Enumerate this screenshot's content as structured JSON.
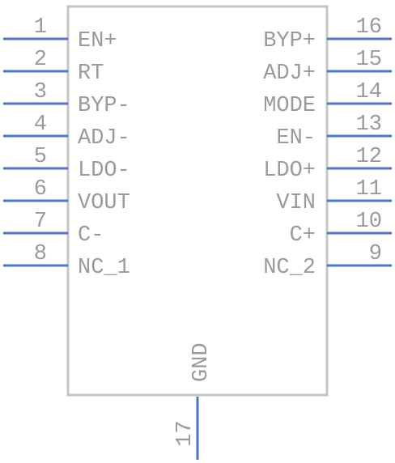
{
  "component": {
    "colors": {
      "body_stroke": "#c4c4c4",
      "pin_stroke": "#4a78c8",
      "text": "#9a9a9a",
      "background": "#ffffff"
    },
    "left_pins": [
      {
        "number": "1",
        "name": "EN+"
      },
      {
        "number": "2",
        "name": "RT"
      },
      {
        "number": "3",
        "name": "BYP-"
      },
      {
        "number": "4",
        "name": "ADJ-"
      },
      {
        "number": "5",
        "name": "LDO-"
      },
      {
        "number": "6",
        "name": "VOUT"
      },
      {
        "number": "7",
        "name": "C-"
      },
      {
        "number": "8",
        "name": "NC_1"
      }
    ],
    "right_pins": [
      {
        "number": "16",
        "name": "BYP+"
      },
      {
        "number": "15",
        "name": "ADJ+"
      },
      {
        "number": "14",
        "name": "MODE"
      },
      {
        "number": "13",
        "name": "EN-"
      },
      {
        "number": "12",
        "name": "LDO+"
      },
      {
        "number": "11",
        "name": "VIN"
      },
      {
        "number": "10",
        "name": "C+"
      },
      {
        "number": "9",
        "name": "NC_2"
      }
    ],
    "bottom_pin": {
      "number": "17",
      "name": "GND"
    }
  }
}
